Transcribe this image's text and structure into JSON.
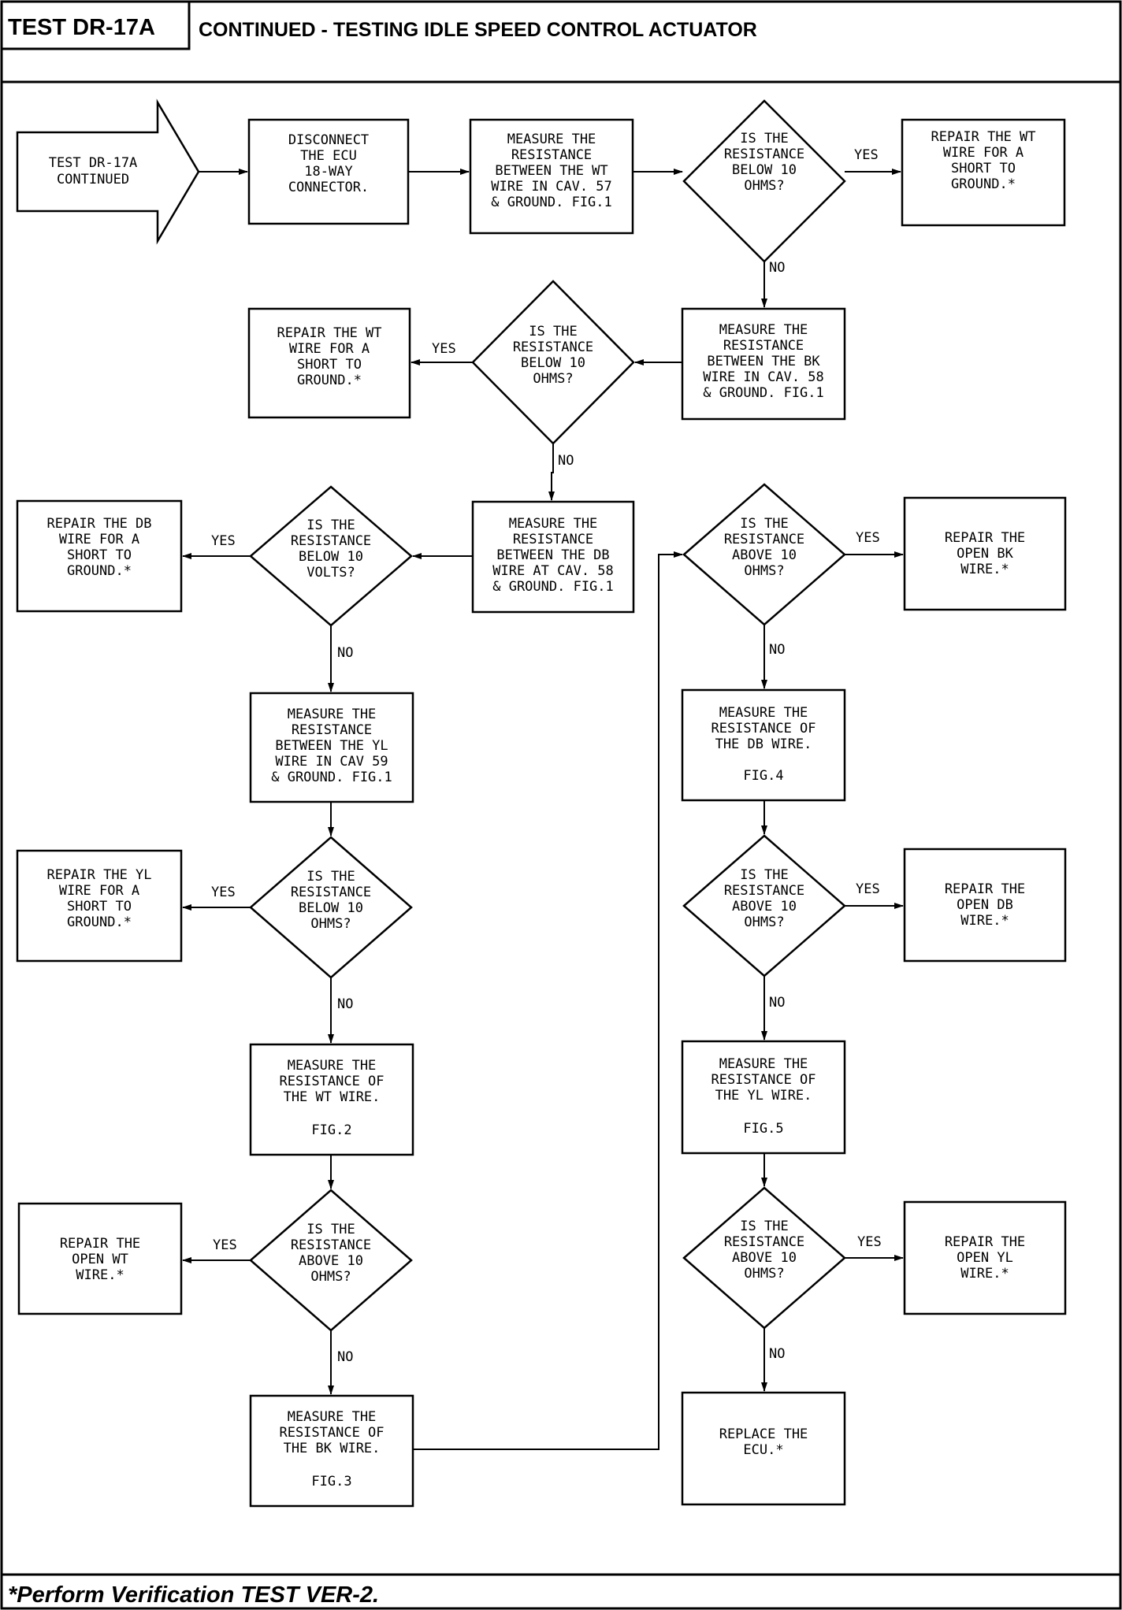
{
  "header": {
    "test_id": "TEST DR-17A",
    "title": "CONTINUED - TESTING IDLE SPEED CONTROL ACTUATOR"
  },
  "footer": {
    "note": "*Perform Verification TEST VER-2."
  },
  "flow": {
    "start": [
      "TEST DR-17A",
      "CONTINUED"
    ],
    "disconnect": [
      "DISCONNECT",
      "THE ECU",
      "18-WAY",
      "CONNECTOR."
    ],
    "measure_wt_57": [
      "MEASURE THE",
      "RESISTANCE",
      "BETWEEN THE WT",
      "WIRE IN CAV. 57",
      "& GROUND. FIG.1"
    ],
    "q1": [
      "IS THE",
      "RESISTANCE",
      "BELOW 10",
      "OHMS?"
    ],
    "repair1": [
      "REPAIR THE WT",
      "WIRE FOR A",
      "SHORT TO",
      "GROUND.*"
    ],
    "measure_bk_58": [
      "MEASURE THE",
      "RESISTANCE",
      "BETWEEN THE BK",
      "WIRE IN CAV. 58",
      "& GROUND. FIG.1"
    ],
    "q2": [
      "IS THE",
      "RESISTANCE",
      "BELOW 10",
      "OHMS?"
    ],
    "repair2": [
      "REPAIR THE WT",
      "WIRE FOR A",
      "SHORT TO",
      "GROUND.*"
    ],
    "measure_db_58": [
      "MEASURE THE",
      "RESISTANCE",
      "BETWEEN THE DB",
      "WIRE AT CAV. 58",
      "& GROUND. FIG.1"
    ],
    "q3": [
      "IS THE",
      "RESISTANCE",
      "BELOW 10",
      "VOLTS?"
    ],
    "repair3": [
      "REPAIR THE DB",
      "WIRE FOR A",
      "SHORT TO",
      "GROUND.*"
    ],
    "measure_yl_59": [
      "MEASURE THE",
      "RESISTANCE",
      "BETWEEN THE YL",
      "WIRE IN CAV 59",
      "& GROUND. FIG.1"
    ],
    "q4": [
      "IS THE",
      "RESISTANCE",
      "BELOW 10",
      "OHMS?"
    ],
    "repair4": [
      "REPAIR THE YL",
      "WIRE FOR A",
      "SHORT TO",
      "GROUND.*"
    ],
    "measure_wt": [
      "MEASURE THE",
      "RESISTANCE OF",
      "THE WT WIRE.",
      "",
      "FIG.2"
    ],
    "q5": [
      "IS THE",
      "RESISTANCE",
      "ABOVE 10",
      "OHMS?"
    ],
    "repair5": [
      "REPAIR THE",
      "OPEN WT",
      "WIRE.*"
    ],
    "measure_bk": [
      "MEASURE THE",
      "RESISTANCE OF",
      "THE BK WIRE.",
      "",
      "FIG.3"
    ],
    "q6": [
      "IS THE",
      "RESISTANCE",
      "ABOVE 10",
      "OHMS?"
    ],
    "repair6": [
      "REPAIR THE",
      "OPEN BK",
      "WIRE.*"
    ],
    "measure_db": [
      "MEASURE THE",
      "RESISTANCE OF",
      "THE DB WIRE.",
      "",
      "FIG.4"
    ],
    "q7": [
      "IS THE",
      "RESISTANCE",
      "ABOVE 10",
      "OHMS?"
    ],
    "repair7": [
      "REPAIR THE",
      "OPEN DB",
      "WIRE.*"
    ],
    "measure_yl": [
      "MEASURE THE",
      "RESISTANCE OF",
      "THE YL WIRE.",
      "",
      "FIG.5"
    ],
    "q8": [
      "IS THE",
      "RESISTANCE",
      "ABOVE 10",
      "OHMS?"
    ],
    "repair8": [
      "REPAIR THE",
      "OPEN YL",
      "WIRE.*"
    ],
    "replace": [
      "REPLACE THE",
      "ECU.*"
    ]
  },
  "labels": {
    "yes": "YES",
    "no": "NO"
  }
}
